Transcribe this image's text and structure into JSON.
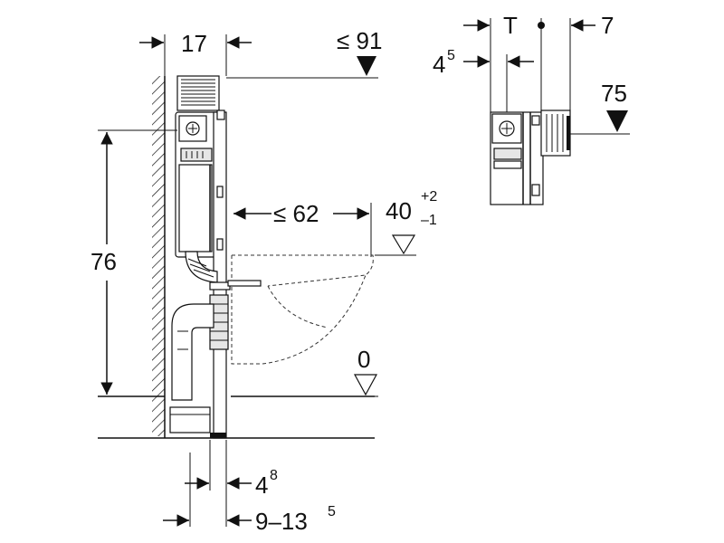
{
  "labels": {
    "frame_depth": "17",
    "flush_height": "≤ 91",
    "height_76": "76",
    "bowl_reach": "≤ 62",
    "seat_base": "40",
    "seat_tol_plus": "+2",
    "seat_tol_minus": "–1",
    "floor_level": "0",
    "foot_offset_base": "4",
    "foot_offset_sup": "8",
    "depth_range_base": "9–13",
    "depth_range_sup": "5",
    "detail_t": "T",
    "detail_7": "7",
    "detail_4_base": "4",
    "detail_4_sup": "5",
    "detail_75": "75"
  }
}
